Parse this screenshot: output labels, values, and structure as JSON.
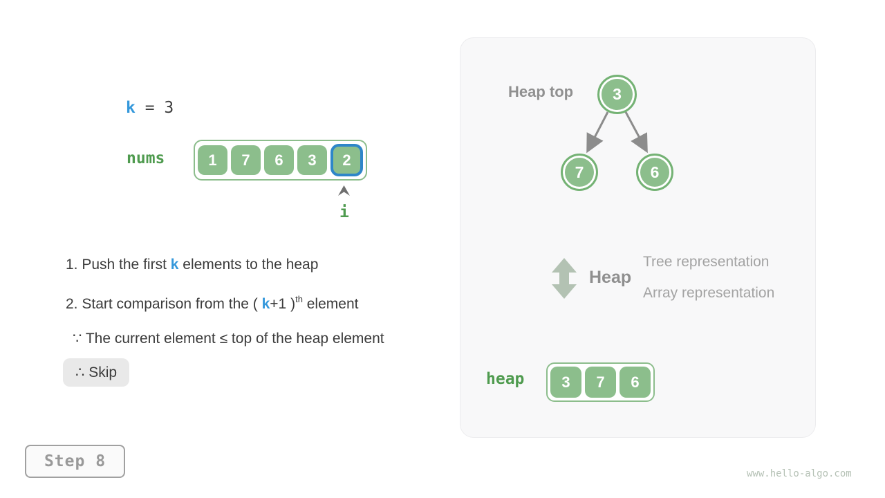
{
  "left": {
    "k_label": "k",
    "k_rest": " = 3",
    "nums_label": "nums",
    "nums_values": [
      "1",
      "7",
      "6",
      "3",
      "2"
    ],
    "highlight_index": 4,
    "pointer_label": "i",
    "step1": {
      "pre": "1. Push the first ",
      "k": "k",
      "post": " elements to the heap"
    },
    "step2": {
      "pre": "2. Start comparison from the ( ",
      "k": "k",
      "mid": "+1 )",
      "sup": "th",
      "post": " element"
    },
    "because_line": "∵ The current element ≤ top of the heap element",
    "therefore_chip": "∴ Skip",
    "step_badge": "Step 8"
  },
  "panel": {
    "heap_top_label": "Heap top",
    "tree": {
      "root": "3",
      "left_child": "7",
      "right_child": "6"
    },
    "legend": {
      "heap_word": "Heap",
      "tree_representation": "Tree representation",
      "array_representation": "Array representation"
    },
    "heap_label": "heap",
    "heap_values": [
      "3",
      "7",
      "6"
    ]
  },
  "watermark": "www.hello-algo.com",
  "colors": {
    "cell_green": "#8cbe8c",
    "cell_border_green": "#8cbd8c",
    "node_ring_green": "#74b274",
    "label_green": "#4f9b4f",
    "k_blue": "#3498db",
    "highlight_blue": "#2e86c9",
    "text_dark": "#3b3b3b",
    "gray_heading": "#909090",
    "gray_light": "#a3a3a3",
    "edge_gray": "#8c8c8c",
    "chip_gray": "#e9e9e9",
    "panel_bg": "#f8f8f9",
    "sage_arrow": "#b3c2b3",
    "watermark_color": "#b5c1b5"
  }
}
